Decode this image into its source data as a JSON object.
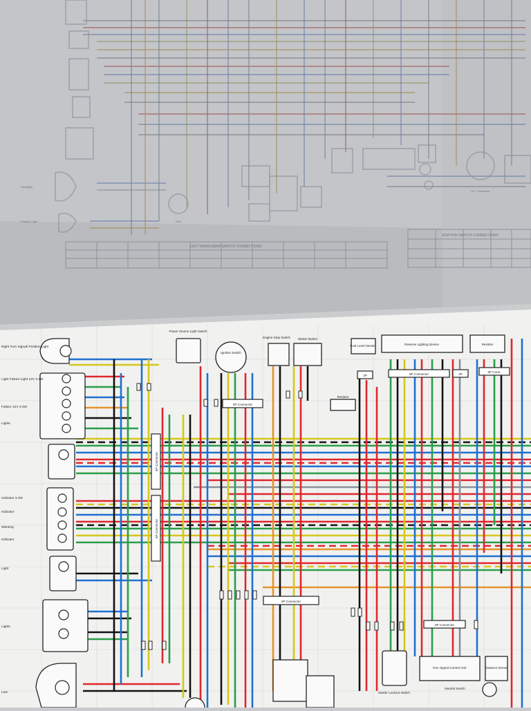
{
  "sheet_top": {
    "table_left_title": "LEFT HANDLEBAR SWITCH CONNECTIONS",
    "table_right_title": "IGNITION SWITCH CONNECTIONS",
    "labels": {
      "ac_generator": "A.C. Generator",
      "horn": "Horn",
      "headlight": "Headlight",
      "position_light": "Position Light"
    }
  },
  "sheet_bottom": {
    "components": {
      "power_source": "Power Source Light Switch",
      "ignition_switch": "Ignition Switch",
      "engine_stop": "Engine Stop Switch",
      "starter_button": "Starter Button",
      "fuel_level": "Fuel Level Sender",
      "reserve_lighting": "Reserve Lighting Device",
      "resistor_top": "Resistor",
      "resistor_mid": "Resistor",
      "turn_signal_unit": "Turn Signal Control Unit",
      "distance_sensor": "Distance Sensor",
      "starter_lockout": "Starter Lockout Switch",
      "neutral_switch": "Neutral Switch"
    },
    "connectors": {
      "c6p_top": "6P Connector",
      "c2p": "2P",
      "c6p_top2": "6P Connector",
      "c3p": "3P",
      "c6p_conn": "6P Conn.",
      "c6p_vert1": "6P Connector",
      "c6p_vert2": "6P Connector",
      "c8p_mid": "8P Connector",
      "c6p_right": "6P Connector"
    },
    "left_labels": [
      "Right Turn Signal/ Position Light",
      "Light Failure Light 12V 3.4W",
      "Failure 12V 3.4W",
      "Lights",
      "Indicator 3.4W",
      "Indicator",
      "Warning",
      "Indicator",
      "Light",
      "Lights",
      "Low"
    ]
  }
}
